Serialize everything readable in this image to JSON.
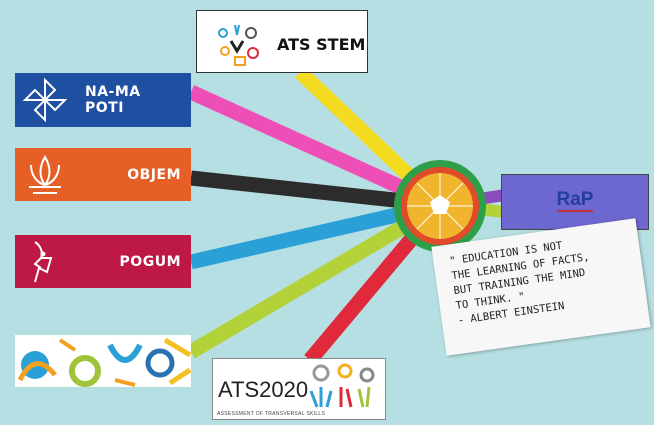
{
  "boxes": {
    "nama": {
      "label": "NA-MA POTI",
      "color": "#1f4fa1"
    },
    "objem": {
      "label": "OBJEM",
      "color": "#e55f26"
    },
    "pogum": {
      "label": "POGUM",
      "color": "#bd1846"
    }
  },
  "ats_stem": {
    "label": "ATS STEM"
  },
  "rap": {
    "label": "RaP"
  },
  "quote": {
    "lines": [
      "\" EDUCATION IS NOT",
      "THE LEARNING OF FACTS,",
      "BUT TRAINING THE MIND",
      "TO THINK. \"",
      "- ALBERT EINSTEIN"
    ]
  },
  "ats2020": {
    "label": "ATS2020",
    "subtitle": "ASSESSMENT OF TRANSVERSAL SKILLS"
  },
  "colors": {
    "background": "#b5dfe3",
    "ribbon_pink": "#ee4fb7",
    "ribbon_yellow": "#f3db20",
    "ribbon_black": "#2c2c2c",
    "ribbon_blue": "#2aa0d6",
    "ribbon_green": "#b3d23a",
    "ribbon_red": "#e0293a"
  }
}
